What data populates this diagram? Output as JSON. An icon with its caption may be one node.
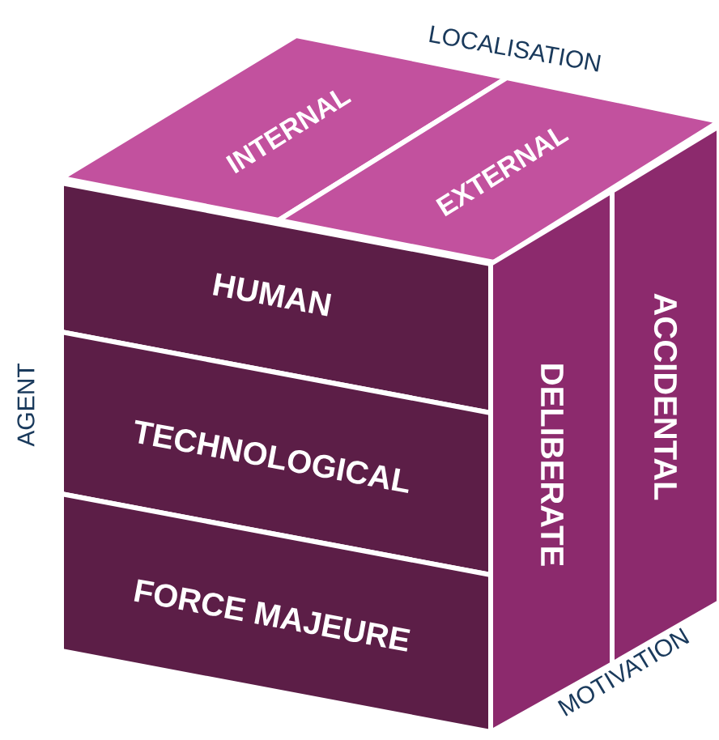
{
  "diagram": {
    "nodes": [
      {
        "text": [
          "INTERNAL"
        ]
      },
      {
        "text": [
          "EXTERNAL"
        ]
      },
      {
        "text": [
          "HUMAN"
        ]
      },
      {
        "text": [
          "TECHNOLOGICAL"
        ]
      },
      {
        "text": [
          "FORCE MAJEURE"
        ]
      },
      {
        "text": [
          "DELIBERATE"
        ]
      },
      {
        "text": [
          "ACCIDENTAL"
        ]
      }
    ],
    "labels": [
      "LOCALISATION",
      "AGENT",
      "MOTIVATION"
    ]
  }
}
